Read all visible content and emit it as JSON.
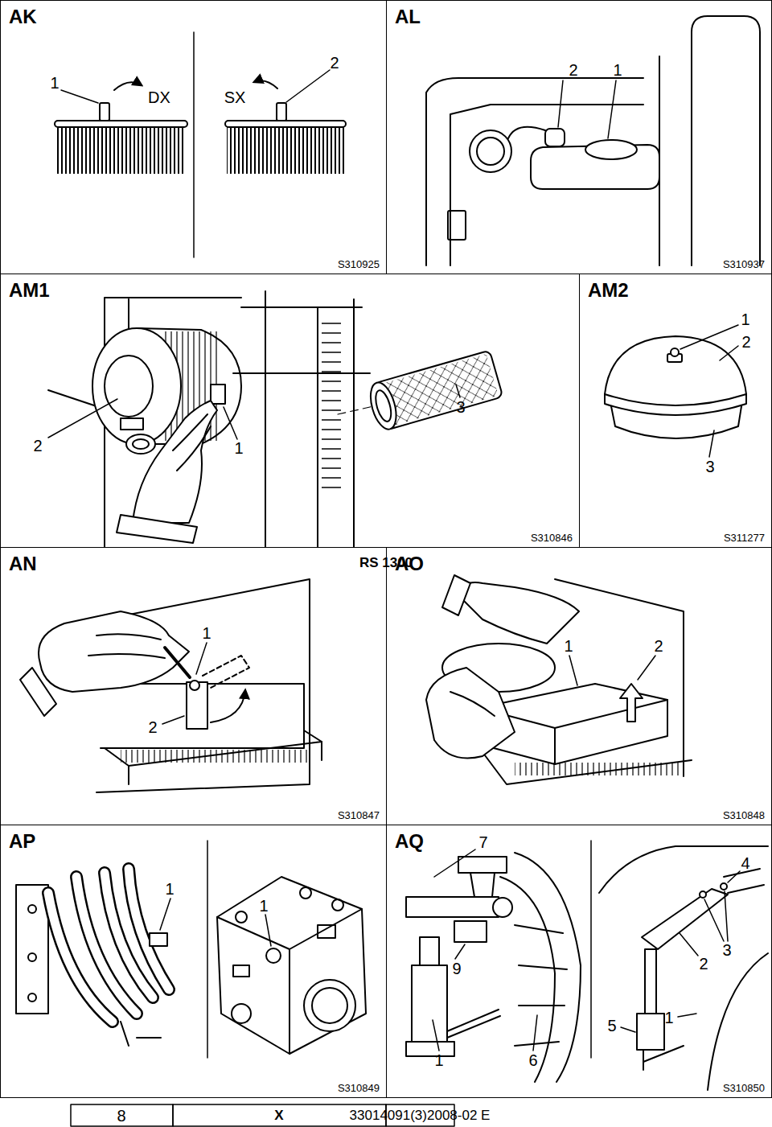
{
  "diagram": {
    "nodes": [
      {
        "text": [
          "AK",
          "S310925"
        ]
      },
      {
        "text": [
          "AL",
          "S310937"
        ]
      },
      {
        "text": [
          "AM1",
          "S310846"
        ]
      },
      {
        "text": [
          "AM2",
          "S311277"
        ]
      },
      {
        "text": [
          "AN",
          "S310847"
        ]
      },
      {
        "text": [
          "AO",
          "S310848"
        ]
      },
      {
        "text": [
          "AP",
          "S310849"
        ]
      },
      {
        "text": [
          "AQ",
          "S310850"
        ]
      }
    ],
    "labels": [
      "1",
      "DX",
      "SX",
      "2",
      "2",
      "1",
      "2",
      "1",
      "3",
      "1",
      "2",
      "3",
      "1",
      "2",
      "1",
      "2",
      "1",
      "1",
      "7",
      "4",
      "1",
      "9",
      "2",
      "3",
      "5",
      "1",
      "6",
      "8",
      "X",
      "33014091(3)2008-02 E",
      "RS 1300"
    ]
  }
}
